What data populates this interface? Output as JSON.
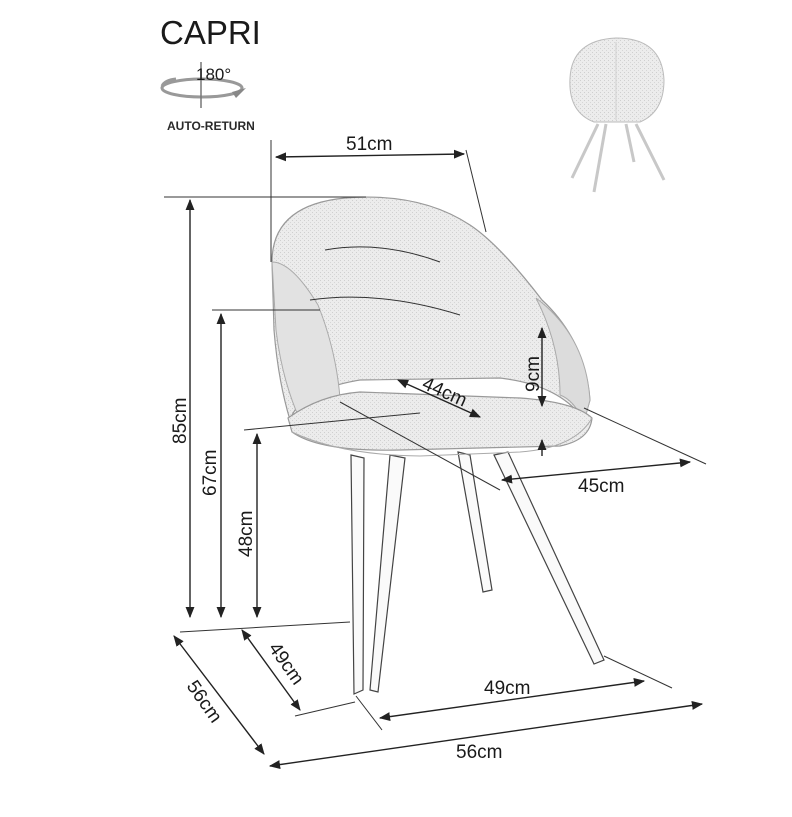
{
  "product": {
    "name": "CAPRI",
    "rotation_label": "180°",
    "feature_label": "AUTO-RETURN"
  },
  "dimensions": {
    "width_top": "51cm",
    "total_height": "85cm",
    "armrest_height": "67cm",
    "seat_height": "48cm",
    "seat_depth": "44cm",
    "armrest_to_seat": "9cm",
    "seat_width": "45cm",
    "leg_depth": "49cm",
    "leg_width": "49cm",
    "base_depth": "56cm",
    "base_width": "56cm"
  },
  "colors": {
    "fabric": "#e8e8e8",
    "lines": "#222222",
    "background": "#ffffff"
  }
}
